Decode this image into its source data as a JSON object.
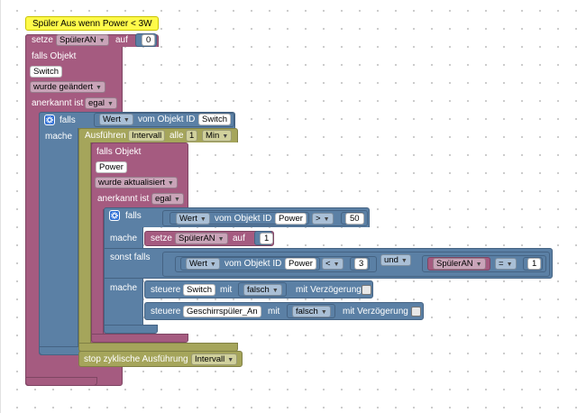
{
  "comment_text": "Spüler Aus wenn Power < 3W",
  "setze1": {
    "keyword": "setze",
    "var": "SpülerAN",
    "to": "auf",
    "value": "0"
  },
  "trigger": {
    "falls_objekt": "falls Objekt",
    "object_id": "Switch",
    "wurde": "wurde geändert",
    "anerkannt_label": "anerkannt ist",
    "anerkannt_value": "egal"
  },
  "if1": {
    "falls": "falls",
    "property": "Wert",
    "vom": "vom Objekt ID",
    "object": "Switch",
    "mache": "mache"
  },
  "ausfuehren": {
    "label": "Ausführen",
    "name": "Intervall",
    "alle": "alle",
    "value": "1",
    "unit": "Min"
  },
  "trigger2": {
    "falls_objekt": "falls Objekt",
    "object_id": "Power",
    "wurde": "wurde aktualisiert",
    "anerkannt_label": "anerkannt ist",
    "anerkannt_value": "egal"
  },
  "if2": {
    "falls": "falls",
    "property": "Wert",
    "vom": "vom Objekt ID",
    "object": "Power",
    "op": ">",
    "value": "50",
    "mache": "mache",
    "setze": "setze",
    "setze_var": "SpülerAN",
    "setze_to": "auf",
    "setze_value": "1",
    "sonst_falls": "sonst falls",
    "property2": "Wert",
    "vom2": "vom Objekt ID",
    "object2": "Power",
    "op2": "<",
    "value2": "3",
    "und": "und",
    "var3": "SpülerAN",
    "op3": "=",
    "value3": "1",
    "mache2": "mache"
  },
  "steuere1": {
    "label": "steuere",
    "object": "Switch",
    "mit": "mit",
    "value": "falsch",
    "delay": "mit Verzögerung"
  },
  "steuere2": {
    "label": "steuere",
    "object": "Geschirrspüler_An",
    "mit": "mit",
    "value": "falsch",
    "delay": "mit Verzögerung"
  },
  "stop": {
    "label": "stop zyklische Ausführung",
    "name": "Intervall"
  },
  "icons": {
    "dropdown": "dropdown-arrow-icon",
    "mutator": "gear-icon"
  },
  "colors": {
    "events": "#a55b80",
    "logic": "#5b80a5",
    "timer": "#a5a55b",
    "comment": "#fffa4a"
  }
}
